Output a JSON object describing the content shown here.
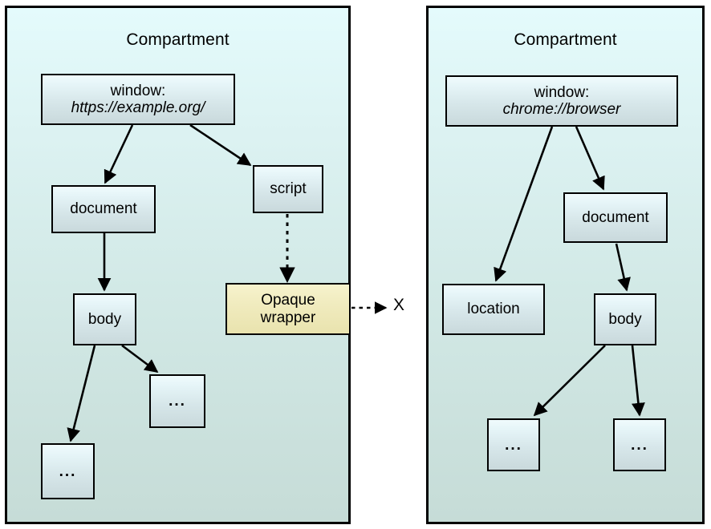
{
  "diagram": {
    "title_left": "Compartment",
    "title_right": "Compartment",
    "cross_compartment_marker": "X"
  },
  "colors": {
    "compartment_top": "#e4fbfc",
    "compartment_bottom": "#c6dcd7",
    "node_top": "#f0fbfd",
    "node_bottom": "#c9d9dc",
    "opaque_top": "#f7f3cd",
    "opaque_bottom": "#e9e3ae",
    "stroke": "#000000"
  },
  "left_compartment": {
    "title": "Compartment",
    "nodes": {
      "window": {
        "line1": "window:",
        "line2": "https://example.org/"
      },
      "document": {
        "label": "document"
      },
      "script": {
        "label": "script"
      },
      "body": {
        "label": "body"
      },
      "opaque_wrapper": {
        "line1": "Opaque",
        "line2": "wrapper"
      },
      "ellipsis_body_right": {
        "label": "..."
      },
      "ellipsis_body_left": {
        "label": "..."
      }
    }
  },
  "right_compartment": {
    "title": "Compartment",
    "nodes": {
      "window": {
        "line1": "window:",
        "line2": "chrome://browser"
      },
      "document": {
        "label": "document"
      },
      "location": {
        "label": "location"
      },
      "body": {
        "label": "body"
      },
      "ellipsis_left": {
        "label": "..."
      },
      "ellipsis_right": {
        "label": "..."
      }
    }
  }
}
